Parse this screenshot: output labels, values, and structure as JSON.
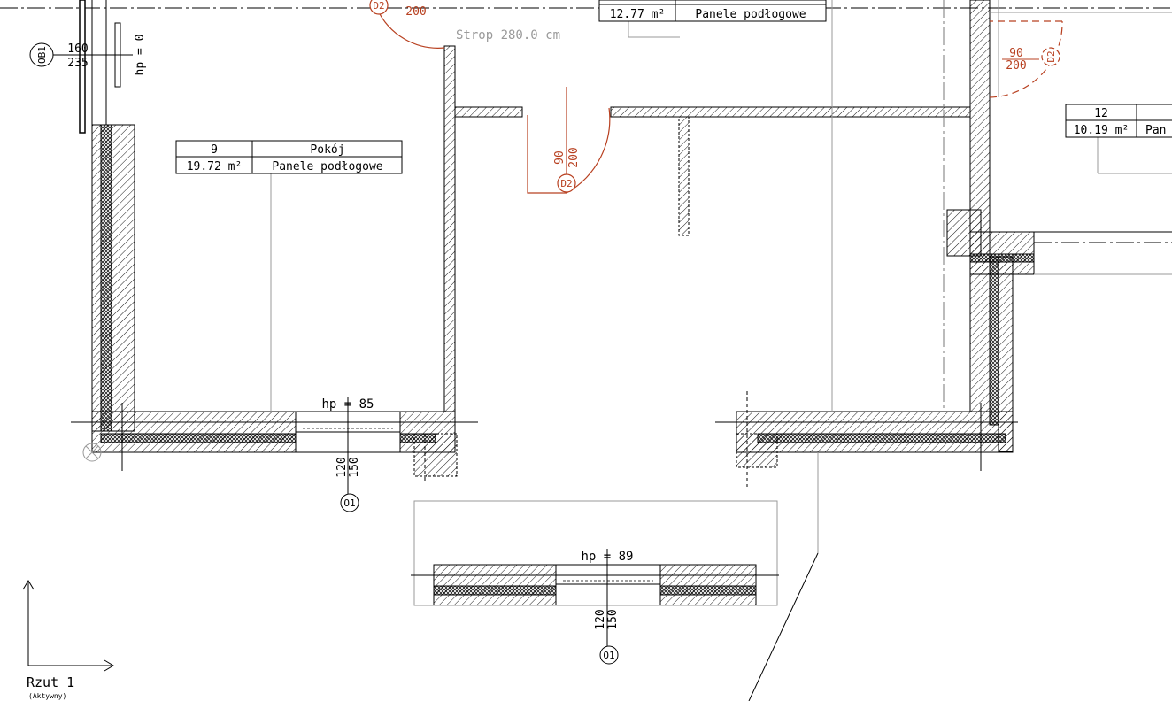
{
  "view": {
    "name": "Rzut 1",
    "status": "(Aktywny)"
  },
  "rooms": [
    {
      "number": "9",
      "name": "Pokój",
      "area": "19.72 m²",
      "floor": "Panele podłogowe"
    },
    {
      "number": "",
      "name": "",
      "area": "12.77 m²",
      "floor": "Panele podłogowe"
    },
    {
      "number": "12",
      "name": "",
      "area": "10.19 m²",
      "floor": "Pan"
    }
  ],
  "annotations": {
    "ceiling": "Strop 280.0 cm",
    "sill_top_left": "hp = 0",
    "sill_window_left": "hp = 85",
    "sill_window_bottom": "hp = 89"
  },
  "windows": [
    {
      "tag": "O1",
      "width": "120",
      "height": "150"
    },
    {
      "tag": "O1",
      "width": "120",
      "height": "150"
    }
  ],
  "doors": [
    {
      "tag": "D2",
      "width": "90",
      "height": "200"
    },
    {
      "tag": "D2",
      "width": "90",
      "height": "200"
    },
    {
      "tag": "D2",
      "width": "",
      "height": "200"
    }
  ],
  "wall_openings": [
    {
      "tag": "OB1",
      "width": "160",
      "height": "235"
    }
  ],
  "colors": {
    "ink": "#000000",
    "door_tag": "#b84020",
    "grey_note": "#9a9a9a",
    "background": "#ffffff"
  }
}
